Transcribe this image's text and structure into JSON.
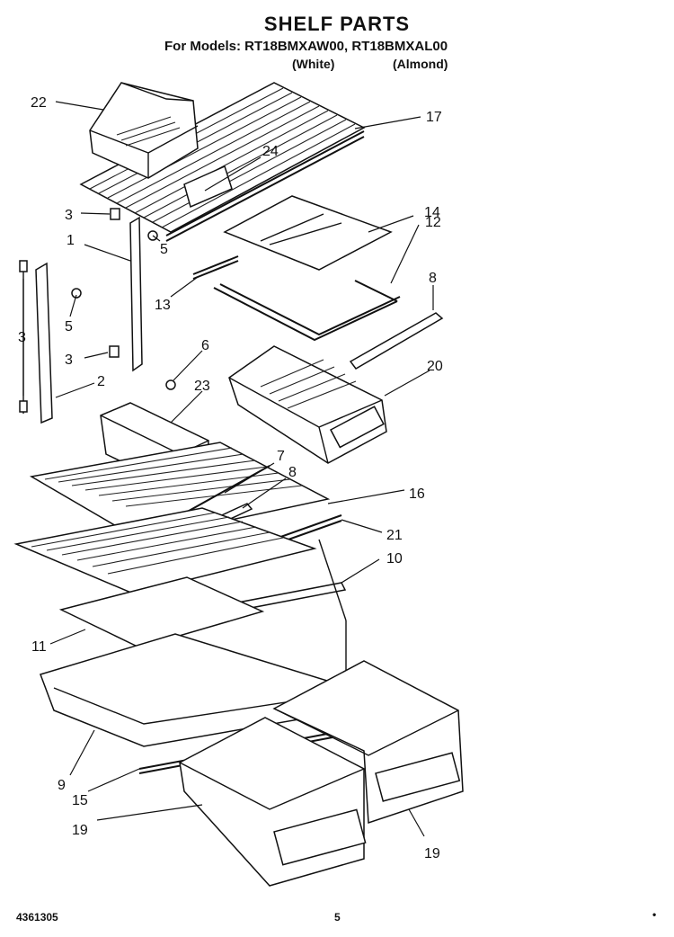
{
  "header": {
    "title": "SHELF PARTS",
    "models_line": "For Models: RT18BMXAW00, RT18BMXAL00",
    "variant_white": "(White)",
    "variant_almond": "(Almond)"
  },
  "footer": {
    "doc_number": "4361305",
    "page_number": "5",
    "corner_mark": "•"
  },
  "callouts": {
    "c22": "22",
    "c17": "17",
    "c24": "24",
    "c3a": "3",
    "c14": "14",
    "c1": "1",
    "c12": "12",
    "c5a": "5",
    "c13": "13",
    "c8a": "8",
    "c3b": "3",
    "c5b": "5",
    "c3c": "3",
    "c6": "6",
    "c20": "20",
    "c2": "2",
    "c23": "23",
    "c7": "7",
    "c8b": "8",
    "c16": "16",
    "c21": "21",
    "c10": "10",
    "c11": "11",
    "c9": "9",
    "c15": "15",
    "c19a": "19",
    "c19b": "19"
  }
}
